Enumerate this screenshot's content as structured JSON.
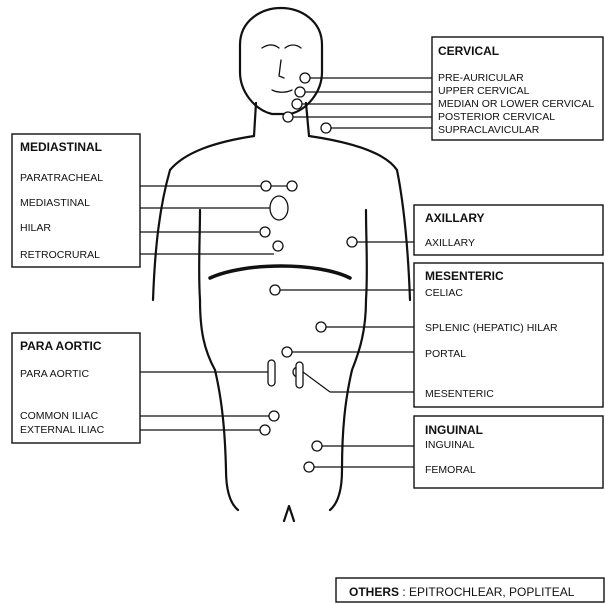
{
  "cervical": {
    "heading": "CERVICAL",
    "items": [
      "PRE-AURICULAR",
      "UPPER CERVICAL",
      "MEDIAN OR LOWER CERVICAL",
      "POSTERIOR CERVICAL",
      "SUPRACLAVICULAR"
    ]
  },
  "mediastinal": {
    "heading": "MEDIASTINAL",
    "items": [
      "PARATRACHEAL",
      "MEDIASTINAL",
      "HILAR",
      "RETROCRURAL"
    ]
  },
  "axillary": {
    "heading": "AXILLARY",
    "items": [
      "AXILLARY"
    ]
  },
  "mesenteric": {
    "heading": "MESENTERIC",
    "items": [
      "CELIAC",
      "SPLENIC (HEPATIC) HILAR",
      "PORTAL",
      "MESENTERIC"
    ]
  },
  "para_aortic": {
    "heading": "PARA AORTIC",
    "items": [
      "PARA AORTIC",
      "COMMON ILIAC",
      "EXTERNAL ILIAC"
    ]
  },
  "inguinal": {
    "heading": "INGUINAL",
    "items": [
      "INGUINAL",
      "FEMORAL"
    ]
  },
  "others": {
    "heading": "OTHERS",
    "separator": " : ",
    "text": "EPITROCHLEAR, POPLITEAL"
  }
}
